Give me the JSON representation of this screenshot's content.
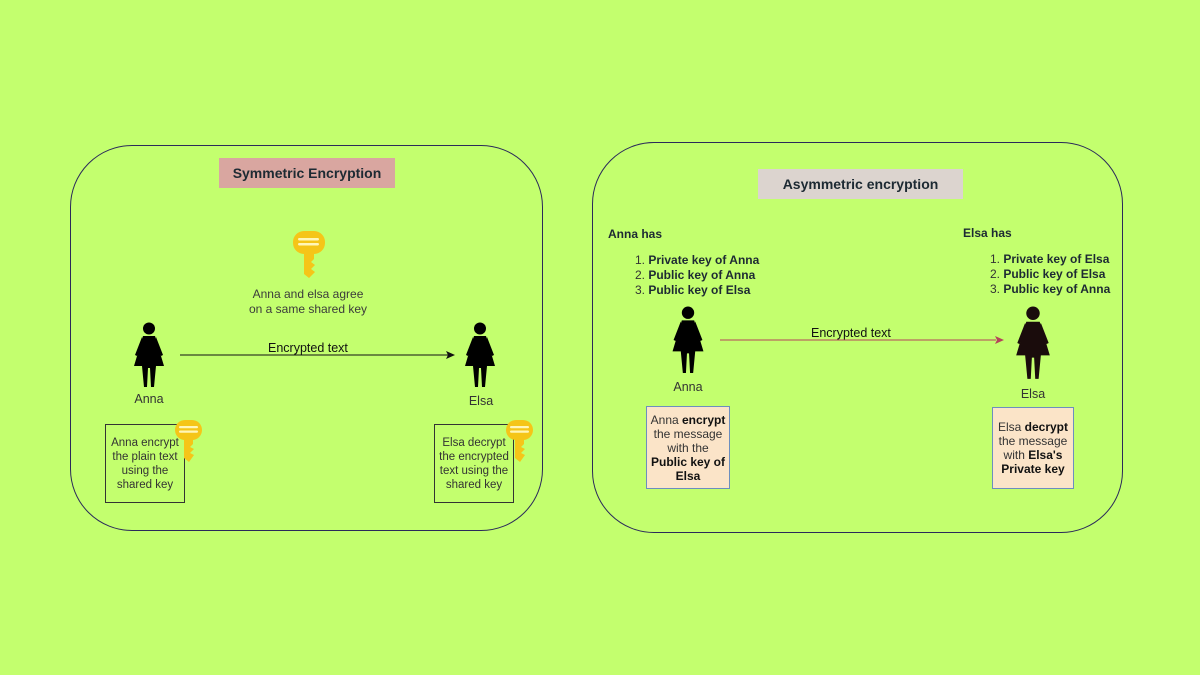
{
  "symmetric": {
    "title": "Symmetric Encryption",
    "key_caption_line1": "Anna and elsa agree",
    "key_caption_line2": "on a same shared key",
    "arrow_label": "Encrypted text",
    "sender_name": "Anna",
    "receiver_name": "Elsa",
    "sender_note": [
      "Anna encrypt",
      "the plain text",
      "using the",
      "shared key"
    ],
    "receiver_note": [
      "Elsa decrypt",
      "the encrypted",
      "text using the",
      "shared key"
    ]
  },
  "asymmetric": {
    "title": "Asymmetric encryption",
    "anna_has_label": "Anna has",
    "elsa_has_label": "Elsa has",
    "anna_keys": [
      "Private key of Anna",
      "Public key of Anna",
      "Public key of Elsa"
    ],
    "elsa_keys": [
      "Private key of Elsa",
      "Public key of Elsa",
      "Public key of Anna"
    ],
    "arrow_label": "Encrypted text",
    "sender_name": "Anna",
    "receiver_name": "Elsa",
    "sender_note": {
      "l1a": "Anna ",
      "l1b": "encrypt",
      "l2": "the message",
      "l3": "with the",
      "l4": "Public key of",
      "l5": "Elsa"
    },
    "receiver_note": {
      "l1a": "Elsa ",
      "l1b": "decrypt",
      "l2": "the message",
      "l3a": "with ",
      "l3b": "Elsa's",
      "l4": "Private key"
    }
  },
  "colors": {
    "background": "#c3ff6e",
    "sym_title_bg": "#d9a6a0",
    "asym_title_bg": "#dcd4cf",
    "key_gold": "#f5c518",
    "arrow_sym": "#111111",
    "arrow_asym": "#b5445a",
    "note_peach": "#fbe4c8",
    "note_border_blue": "#6c8ebf"
  },
  "icons": {
    "person": "woman-silhouette-icon",
    "key": "key-icon"
  }
}
